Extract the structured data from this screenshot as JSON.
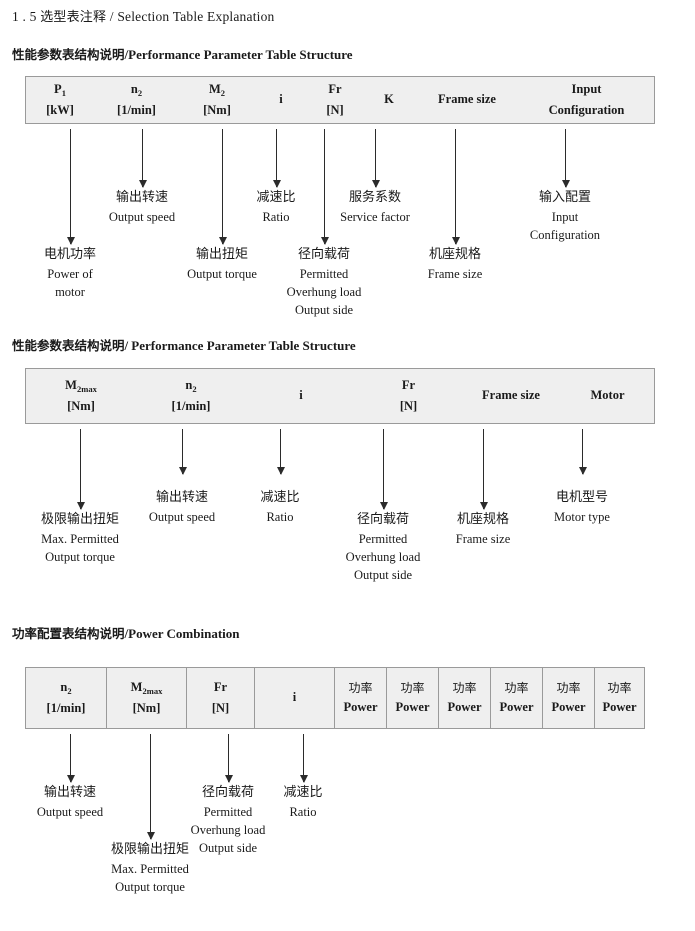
{
  "page": {
    "section_heading": {
      "number": "1 . 5",
      "cn": "选型表注释",
      "sep": "/",
      "en": "Selection Table Explanation"
    }
  },
  "section1": {
    "heading": {
      "cn": "性能参数表结构说明",
      "sep": "/",
      "en": "Performance Parameter Table Structure"
    },
    "columns": [
      {
        "sym": "P",
        "sub": "1",
        "unit": "[kW]"
      },
      {
        "sym": "n",
        "sub": "2",
        "unit": "[1/min]"
      },
      {
        "sym": "M",
        "sub": "2",
        "unit": "[Nm]"
      },
      {
        "sym": "i",
        "sub": "",
        "unit": ""
      },
      {
        "sym": "Fr",
        "sub": "",
        "unit": "[N]"
      },
      {
        "sym": "K",
        "sub": "",
        "unit": ""
      },
      {
        "sym": "Frame size",
        "sub": "",
        "unit": ""
      },
      {
        "sym": "Input",
        "sub": "",
        "unit": "Configuration"
      }
    ],
    "labels": [
      {
        "cn": "电机功率",
        "en1": "Power of",
        "en2": "motor",
        "en3": ""
      },
      {
        "cn": "输出转速",
        "en1": "Output speed",
        "en2": "",
        "en3": ""
      },
      {
        "cn": "输出扭矩",
        "en1": "Output torque",
        "en2": "",
        "en3": ""
      },
      {
        "cn": "减速比",
        "en1": "Ratio",
        "en2": "",
        "en3": ""
      },
      {
        "cn": "径向载荷",
        "en1": "Permitted",
        "en2": "Overhung load",
        "en3": "Output side"
      },
      {
        "cn": "服务系数",
        "en1": "Service factor",
        "en2": "",
        "en3": ""
      },
      {
        "cn": "机座规格",
        "en1": "Frame size",
        "en2": "",
        "en3": ""
      },
      {
        "cn": "输入配置",
        "en1": "Input",
        "en2": "Configuration",
        "en3": ""
      }
    ]
  },
  "section2": {
    "heading": {
      "cn": "性能参数表结构说明",
      "sep": "/",
      "en": "Performance Parameter Table Structure"
    },
    "columns": [
      {
        "sym": "M",
        "sub": "2max",
        "unit": "[Nm]"
      },
      {
        "sym": "n",
        "sub": "2",
        "unit": "[1/min]"
      },
      {
        "sym": "i",
        "sub": "",
        "unit": ""
      },
      {
        "sym": "Fr",
        "sub": "",
        "unit": "[N]"
      },
      {
        "sym": "Frame size",
        "sub": "",
        "unit": ""
      },
      {
        "sym": "Motor",
        "sub": "",
        "unit": ""
      }
    ],
    "labels": [
      {
        "cn": "极限输出扭矩",
        "en1": "Max. Permitted",
        "en2": "Output  torque",
        "en3": ""
      },
      {
        "cn": "输出转速",
        "en1": "Output speed",
        "en2": "",
        "en3": ""
      },
      {
        "cn": "减速比",
        "en1": "Ratio",
        "en2": "",
        "en3": ""
      },
      {
        "cn": "径向载荷",
        "en1": "Permitted",
        "en2": "Overhung load",
        "en3": "Output side"
      },
      {
        "cn": "机座规格",
        "en1": "Frame size",
        "en2": "",
        "en3": ""
      },
      {
        "cn": "电机型号",
        "en1": "Motor type",
        "en2": "",
        "en3": ""
      }
    ]
  },
  "section3": {
    "heading": {
      "cn": "功率配置表结构说明",
      "sep": "/",
      "en": "Power Combination"
    },
    "columns": [
      {
        "sym": "n",
        "sub": "2",
        "unit": "[1/min]"
      },
      {
        "sym": "M",
        "sub": "2max",
        "unit": "[Nm]"
      },
      {
        "sym": "Fr",
        "sub": "",
        "unit": "[N]"
      },
      {
        "sym": "i",
        "sub": "",
        "unit": ""
      },
      {
        "sym": "功率",
        "sub": "",
        "unit": "Power"
      },
      {
        "sym": "功率",
        "sub": "",
        "unit": "Power"
      },
      {
        "sym": "功率",
        "sub": "",
        "unit": "Power"
      },
      {
        "sym": "功率",
        "sub": "",
        "unit": "Power"
      },
      {
        "sym": "功率",
        "sub": "",
        "unit": "Power"
      },
      {
        "sym": "功率",
        "sub": "",
        "unit": "Power"
      }
    ],
    "labels": [
      {
        "cn": "输出转速",
        "en1": "Output speed",
        "en2": "",
        "en3": ""
      },
      {
        "cn": "极限输出扭矩",
        "en1": "Max. Permitted",
        "en2": "Output   torque",
        "en3": ""
      },
      {
        "cn": "径向载荷",
        "en1": "Permitted",
        "en2": "Overhung load",
        "en3": "Output side"
      },
      {
        "cn": "减速比",
        "en1": "Ratio",
        "en2": "",
        "en3": ""
      }
    ]
  }
}
